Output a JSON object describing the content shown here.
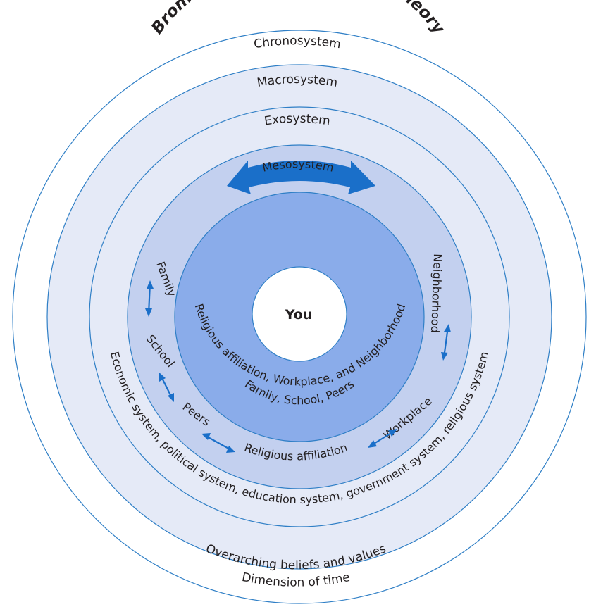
{
  "title": "Bronfenbrenner’s ecological theory",
  "center": "You",
  "rings": {
    "chronosystem": {
      "name": "Chronosystem",
      "description": "Dimension of time"
    },
    "macrosystem": {
      "name": "Macrosystem",
      "description": "Overarching beliefs and values"
    },
    "exosystem": {
      "name": "Exosystem",
      "description": "Economic system,  political system,  education system,  government system,  religious system"
    },
    "mesosystem": {
      "name": "Mesosystem",
      "labels": {
        "family": "Family",
        "school": "School",
        "peers": "Peers",
        "religious": "Religious affiliation",
        "workplace": "Workplace",
        "neighborhood": "Neighborhood"
      }
    },
    "microsystem": {
      "line1": "Family,  School,  Peers",
      "line2": "Religious affiliation,  Workplace,  and  Neighborhood"
    }
  },
  "colors": {
    "ring_outer": "#ffffff",
    "ring_macro": "#e5eaf7",
    "ring_exo": "#e5eaf7",
    "ring_meso": "#c3d0ef",
    "ring_micro": "#8aacea",
    "stroke": "#2f7fc6",
    "arrow": "#1a6fc9"
  }
}
